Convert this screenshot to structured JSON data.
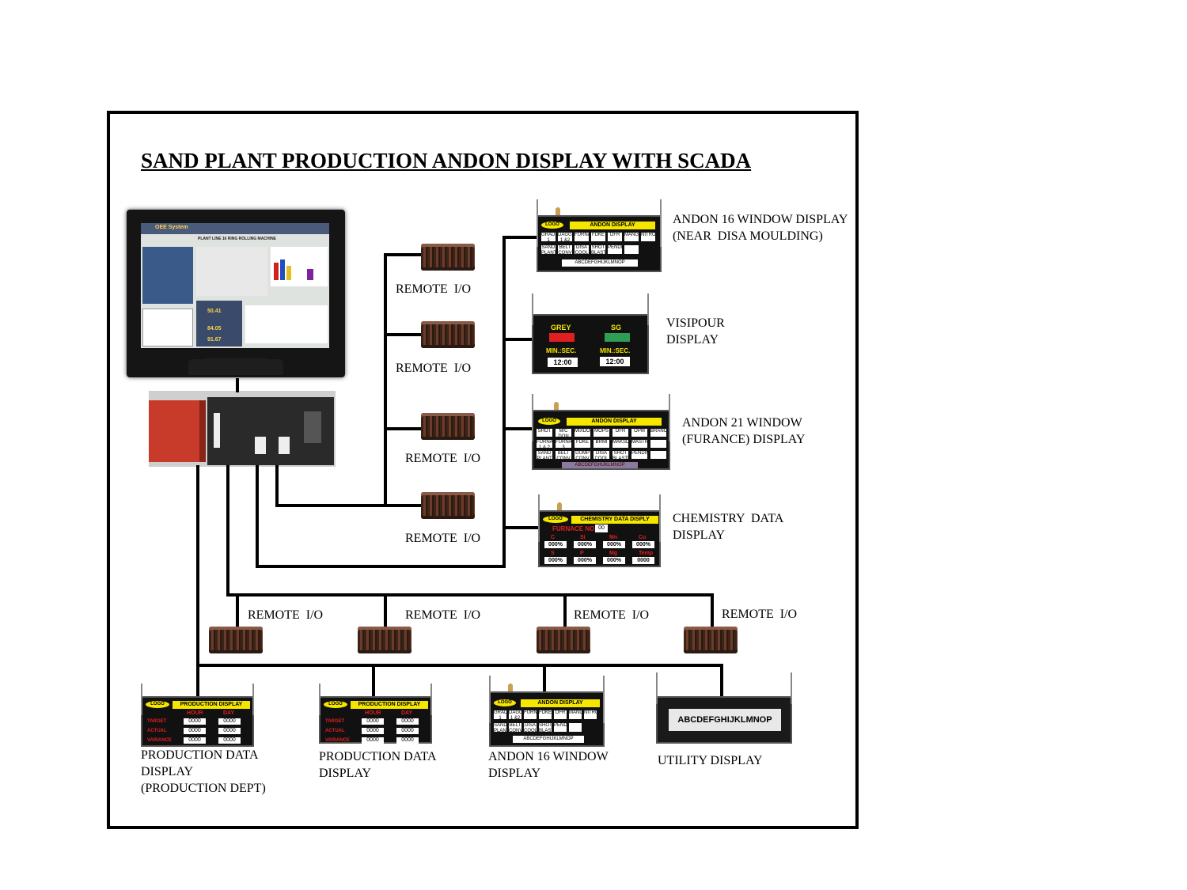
{
  "title": "SAND PLANT PRODUCTION ANDON DISPLAY WITH SCADA ",
  "labels": {
    "remote_io": "REMOTE  I/O",
    "andon16_top": "ANDON 16 WINDOW DISPLAY\n(NEAR  DISA MOULDING)",
    "visipour": "VISIPOUR\nDISPLAY",
    "andon21": "ANDON 21 WINDOW\n(FURANCE) DISPLAY",
    "chemistry": "CHEMISTRY  DATA\nDISPLAY",
    "prod_dept": "PRODUCTION DATA\nDISPLAY\n(PRODUCTION DEPT)",
    "prod": "PRODUCTION DATA\nDISPLAY",
    "andon16_bottom": "ANDON 16 WINDOW\nDISPLAY",
    "utility": "UTILITY DISPLAY"
  },
  "monitor": {
    "brand": "OEE System",
    "heading": "PLANT LINE 16 RING ROLLING MACHINE",
    "values": [
      "50.41",
      "84.05",
      "91.67"
    ]
  },
  "panels": {
    "logo": "LOGO",
    "andon_header": "ANDON DISPLAY",
    "andon16_cells": [
      "GRADE 1",
      "DAGGLE 1 &2",
      "FURNACE",
      "FDKE",
      "OFR",
      "MANGE",
      "NITROM",
      "SAND PLANT",
      "BELT CONV",
      "DISA COOL",
      "SHOT BLASTING",
      "PENDING",
      ""
    ],
    "andon21_cells": [
      "SHOT",
      "M/C DON",
      "MIXDON",
      "MOPS",
      "OFR",
      "OPM",
      "BRANCH",
      "FURNACE 1 & 2",
      "FURNACE 3",
      "FDKE",
      "BRMI",
      "MAKSDO",
      "MASTRAM",
      "",
      "SAND PLANT",
      "BELT CONV",
      "DUMP CONV",
      "DISA COOL",
      "SHOT BLASTING",
      "PENDING",
      ""
    ],
    "scroll_text": "ABCDEFGHIJKLMNOP",
    "visipour": {
      "left": "GREY",
      "right": "SG",
      "sub": "MIN.:SEC.",
      "time": "12:00",
      "left_color": "#e02020",
      "right_color": "#2e9e55"
    },
    "chemistry": {
      "header": "CHEMISTRY DATA DISPLY",
      "furnace_label": "FURNACE NO.",
      "furnace_no": "00",
      "elements": [
        "C",
        "Si",
        "Mn",
        "Cu",
        "S",
        "P",
        "Mg",
        "Temp"
      ],
      "values": [
        "000%",
        "000%",
        "000%",
        "000%",
        "000%",
        "000%",
        "000%",
        "0000"
      ]
    },
    "production": {
      "header": "PRODUCTION  DISPLAY",
      "col1": "HOUR",
      "col2": "DAY",
      "rows": [
        "TARGET",
        "ACTUAL",
        "VARIANCE"
      ],
      "value": "0000"
    }
  }
}
